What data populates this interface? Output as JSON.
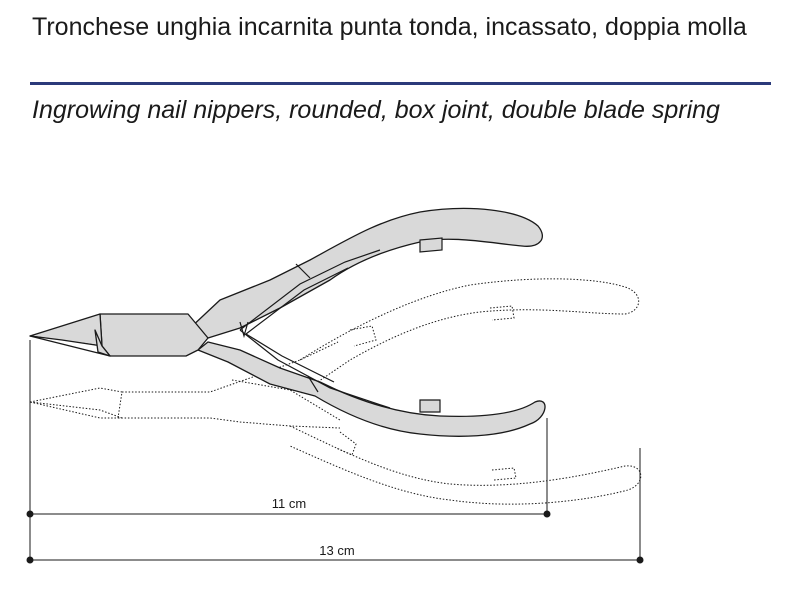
{
  "product": {
    "title_it": "Tronchese unghia incarnita punta tonda, incassato, doppia molla",
    "title_en": "Ingrowing nail nippers, rounded, box joint, double blade spring"
  },
  "dimensions": {
    "short_label": "11 cm",
    "long_label": "13 cm"
  },
  "colors": {
    "rule": "#2b3a7a",
    "tool_fill": "#d9d9d9",
    "outline": "#1a1a1a"
  }
}
